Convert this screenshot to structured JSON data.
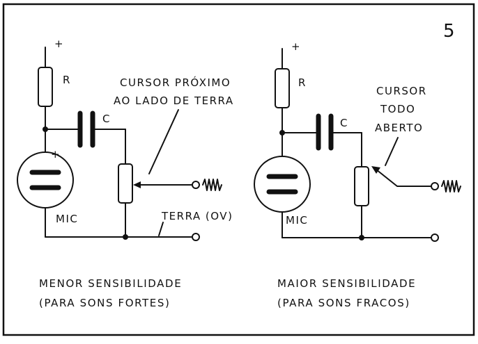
{
  "figure_number": "5",
  "left_circuit": {
    "supply_label": "+",
    "resistor_label": "R",
    "capacitor_label": "C",
    "mic_polarity": "+",
    "mic_label": "MIC",
    "cursor_note_line1": "CURSOR PRÓXIMO",
    "cursor_note_line2": "AO LADO DE TERRA",
    "ground_label": "TERRA (OV)",
    "caption_line1": "MENOR SENSIBILIDADE",
    "caption_line2": "(PARA SONS FORTES)"
  },
  "right_circuit": {
    "supply_label": "+",
    "resistor_label": "R",
    "capacitor_label": "C",
    "mic_label": "MIC",
    "cursor_note_line1": "CURSOR",
    "cursor_note_line2": "TODO",
    "cursor_note_line3": "ABERTO",
    "caption_line1": "MAIOR SENSIBILIDADE",
    "caption_line2": "(PARA SONS FRACOS)"
  }
}
